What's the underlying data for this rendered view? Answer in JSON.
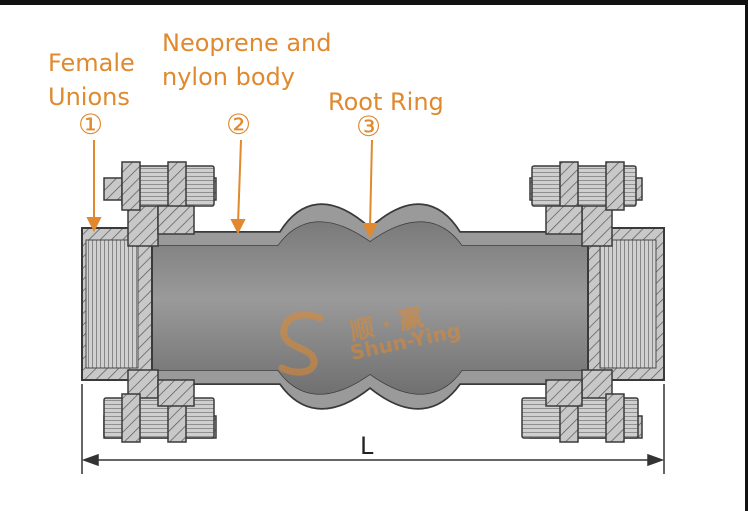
{
  "labels": {
    "female_unions_line1": "Female",
    "female_unions_line2": "Unions",
    "body_line1": "Neoprene and",
    "body_line2": "nylon  body",
    "root_ring": "Root Ring"
  },
  "markers": {
    "m1": "①",
    "m2": "②",
    "m3": "③"
  },
  "dimension": {
    "length_label": "L"
  },
  "watermark": {
    "text": "Shun-Ying",
    "cjk": "顺 · 赢"
  },
  "colors": {
    "label": "#e0892f",
    "body_fill": "#808080",
    "steel_fill": "#c2c2c2",
    "outline": "#3a3a3a"
  }
}
